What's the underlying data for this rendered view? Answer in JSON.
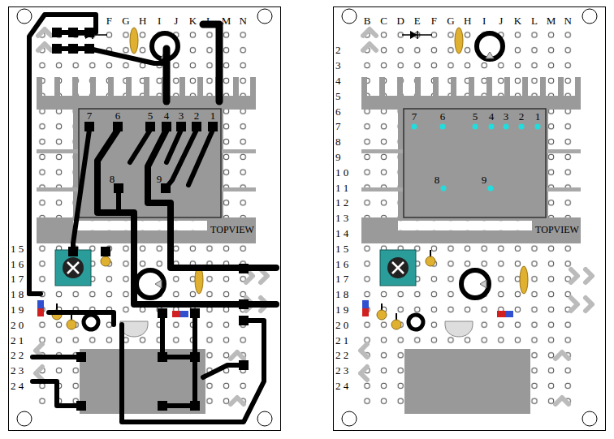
{
  "diagram": {
    "labels": [
      "F",
      "G",
      "H",
      "I",
      "J",
      "K",
      "L",
      "M",
      "N",
      "B",
      "C",
      "D",
      "E",
      "F",
      "G",
      "H",
      "I",
      "J",
      "K",
      "L",
      "M",
      "N",
      "1 5",
      "1 6",
      "1 7",
      "1 8",
      "1 9",
      "2 0",
      "2 1",
      "2 2",
      "2 3",
      "2 4",
      "2",
      "3",
      "4",
      "5",
      "6",
      "7",
      "8",
      "9",
      "1 0",
      "1 1",
      "1 2",
      "1 3",
      "1 4",
      "1 5",
      "1 6",
      "1 7",
      "1 8",
      "1 9",
      "2 0",
      "2 1",
      "2 2",
      "2 3",
      "2 4",
      "7",
      "6",
      "5",
      "4",
      "3",
      "2",
      "1",
      "8",
      "9",
      "7",
      "6",
      "5",
      "4",
      "3",
      "2",
      "1",
      "8",
      "9",
      "TOPVIEW",
      "TOPVIEW"
    ]
  }
}
